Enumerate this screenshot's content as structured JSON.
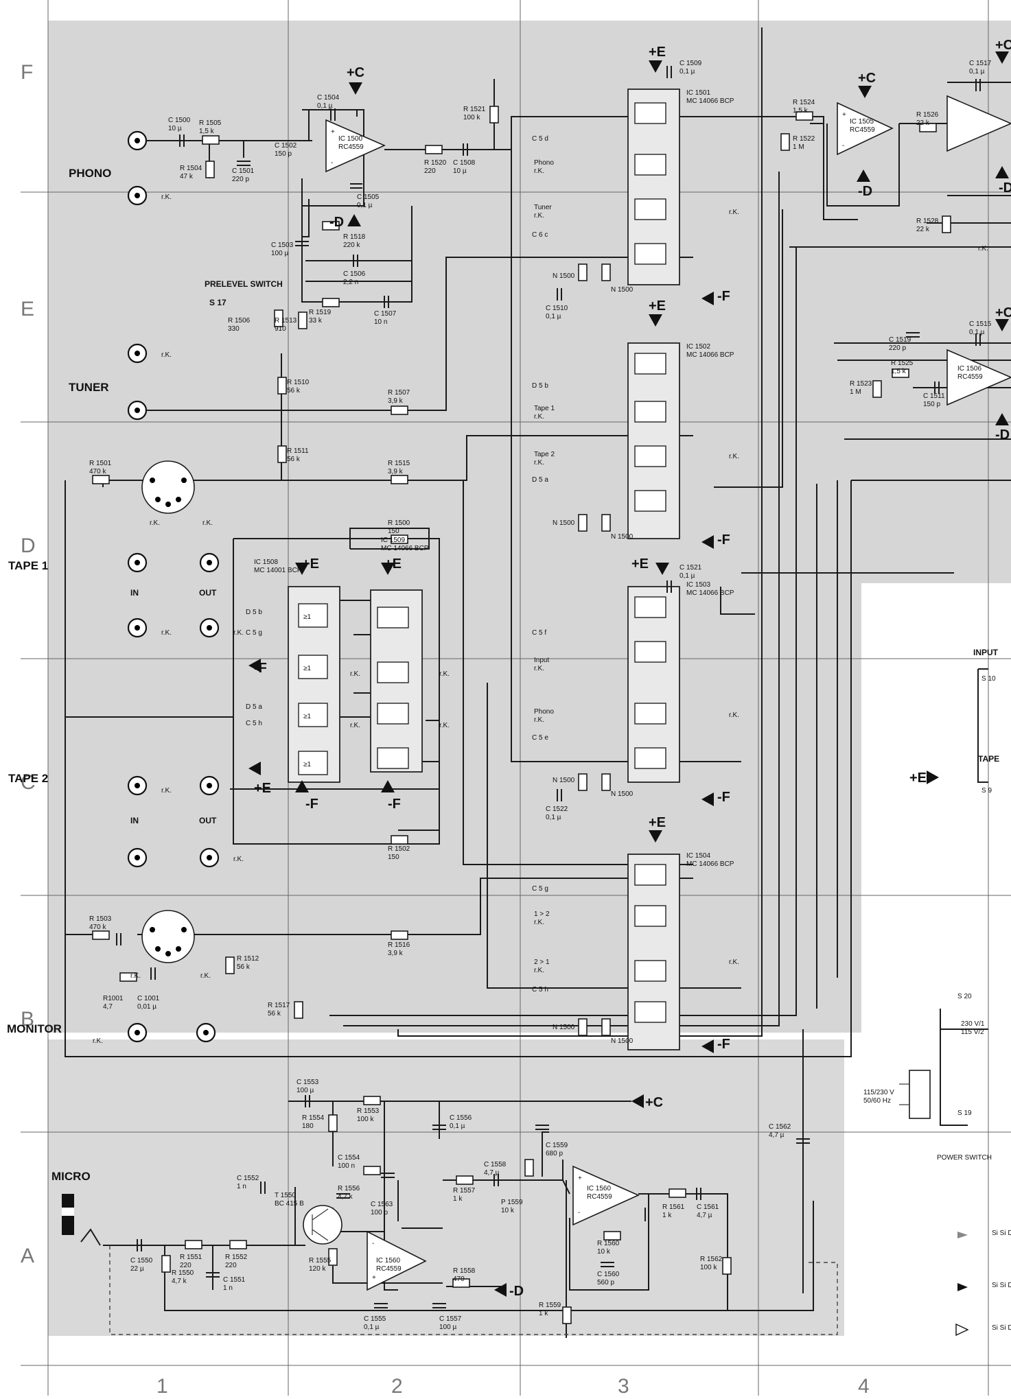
{
  "rows": [
    "F",
    "E",
    "D",
    "C",
    "B",
    "A"
  ],
  "columns": [
    "1",
    "2",
    "3",
    "4"
  ],
  "inputs": {
    "phono": "PHONO",
    "tuner": "TUNER",
    "tape1": "TAPE 1",
    "tape2": "TAPE 2",
    "monitor": "MONITOR",
    "micro": "MICRO",
    "in_label": "IN",
    "out_label": "OUT",
    "prelevel": "PRELEVEL SWITCH",
    "s17": "S 17"
  },
  "rails": {
    "c": "+C",
    "d": "-D",
    "e": "+E",
    "f": "-F"
  },
  "common": {
    "rk": "r.K."
  },
  "ics": {
    "ic1501": "IC 1501",
    "ic1502": "IC 1502",
    "ic1503": "IC 1503",
    "ic1504": "IC 1504",
    "ic1509": "IC 1509",
    "ic1508": "IC 1508",
    "ic1500": "IC 1500",
    "ic1505": "IC 1505",
    "ic1506": "IC 1506",
    "ic1560": "IC 1560",
    "mc14066": "MC 14066 BCP",
    "mc14001": "MC 14001 BCP",
    "rc4559": "RC4559",
    "t1550": "T 1550",
    "bc415": "BC 415 B"
  },
  "components": {
    "c1500": "C 1500",
    "c1500v": "10 µ",
    "r1505": "R 1505",
    "r1505v": "1,5 k",
    "r1504": "R 1504",
    "r1504v": "47 k",
    "c1501": "C 1501",
    "c1501v": "220 p",
    "c1502": "C 1502",
    "c1502v": "150 p",
    "c1504": "C 1504",
    "c1504v": "0,1 µ",
    "c1505": "C 1505",
    "c1505v": "0,1 µ",
    "c1503": "C 1503",
    "c1503v": "100 µ",
    "r1518": "R 1518",
    "r1518v": "220 k",
    "c1506": "C 1506",
    "c1506v": "2,2 n",
    "r1520": "R 1520",
    "r1520v": "220",
    "c1508": "C 1508",
    "c1508v": "10 µ",
    "r1521": "R 1521",
    "r1521v": "100 k",
    "c1507": "C 1507",
    "c1507v": "10 n",
    "r1506": "R 1506",
    "r1506v": "330",
    "r1513": "R 1513",
    "r1513v": "910",
    "r1519": "R 1519",
    "r1519v": "33 k",
    "r1510": "R 1510",
    "r1510v": "56 k",
    "r1507": "R 1507",
    "r1507v": "3,9 k",
    "r1511": "R 1511",
    "r1511v": "56 k",
    "r1515": "R 1515",
    "r1515v": "3,9 k",
    "r1501": "R 1501",
    "r1501v": "470 k",
    "r1500": "R 1500",
    "r1500v": "150",
    "r1502": "R 1502",
    "r1502v": "150",
    "r1503": "R 1503",
    "r1503v": "470 k",
    "r1512": "R 1512",
    "r1512v": "56 k",
    "r1516": "R 1516",
    "r1516v": "3,9 k",
    "r1517": "R 1517",
    "r1517v": "56 k",
    "r1001": "R1001",
    "r1001v": "4,7",
    "c1001": "C 1001",
    "c1001v": "0,01 µ",
    "c1509": "C 1509",
    "c1509v": "0,1 µ",
    "c1510": "C 1510",
    "c1510v": "0,1 µ",
    "c1521": "C 1521",
    "c1521v": "0,1 µ",
    "c1522": "C 1522",
    "c1522v": "0,1 µ",
    "n1500": "N 1500",
    "r1524": "R 1524",
    "r1524v": "1,5 k",
    "r1522": "R 1522",
    "r1522v": "1 M",
    "r1526": "R 1526",
    "r1526v": "22 k",
    "r1528": "R 1528",
    "r1528v": "22 k",
    "c1517": "C 1517",
    "c1517v": "0,1 µ",
    "c1519": "C 1519",
    "c1519v": "220 p",
    "r1525": "R 1525",
    "r1525v": "1,5 k",
    "r1523": "R 1523",
    "r1523v": "1 M",
    "c1515": "C 1515",
    "c1515v": "0,1 µ",
    "c1511": "C 1511",
    "c1511v": "150 p",
    "c1553": "C 1553",
    "c1553v": "100 µ",
    "r1554": "R 1554",
    "r1554v": "180",
    "r1553": "R 1553",
    "r1553v": "100 k",
    "c1556": "C 1556",
    "c1556v": "0,1 µ",
    "c1554": "C 1554",
    "c1554v": "100 n",
    "r1556": "R 1556",
    "r1556v": "4,7 k",
    "c1552": "C 1552",
    "c1552v": "1 n",
    "c1563": "C 1563",
    "c1563v": "100 p",
    "r1557": "R 1557",
    "r1557v": "1 k",
    "c1558": "C 1558",
    "c1558v": "4,7 µ",
    "c1559": "C 1559",
    "c1559v": "680 p",
    "p1559": "P 1559",
    "p1559v": "10 k",
    "c1550": "C 1550",
    "c1550v": "22 µ",
    "r1551": "R 1551",
    "r1551v": "220",
    "r1552": "R 1552",
    "r1552v": "220",
    "r1550": "R 1550",
    "r1550v": "4,7 k",
    "c1551": "C 1551",
    "c1551v": "1 n",
    "r1555": "R 1555",
    "r1555v": "120 k",
    "r1558": "R 1558",
    "r1558v": "470",
    "c1555": "C 1555",
    "c1555v": "0,1 µ",
    "c1557": "C 1557",
    "c1557v": "100 µ",
    "r1560": "R 1560",
    "r1560v": "10 k",
    "c1560": "C 1560",
    "c1560v": "560 p",
    "r1559": "R 1559",
    "r1559v": "1 k",
    "r1561": "R 1561",
    "r1561v": "1 k",
    "c1561": "C 1561",
    "c1561v": "4,7 µ",
    "r1562": "R 1562",
    "r1562v": "100 k",
    "c1562": "C 1562",
    "c1562v": "4,7 µ"
  },
  "control_labels": {
    "c5d": "C 5  d",
    "phono_rk": "Phono",
    "tuner_rk": "Tuner",
    "c6c": "C 6  c",
    "d5b": "D 5  b",
    "tape1_rk": "Tape 1",
    "tape2_rk": "Tape 2",
    "d5a": "D 5  a",
    "c5f": "C 5  f",
    "input_rk": "Input",
    "phono2_rk": "Phono",
    "c5e": "C 5  e",
    "c5g": "C 5  g",
    "one_two": "1 > 2",
    "two_one": "2 > 1",
    "c5h": "C 5  h",
    "d5b_gate": "D 5 b",
    "c5g_gate": "C 5 g",
    "d5a_gate": "D 5 a",
    "c5h_gate": "C 5 h"
  },
  "right_panel": {
    "input": "INPUT",
    "s10": "S 10",
    "tape": "TAPE",
    "s9": "S 9",
    "s20": "S 20",
    "s19": "S 19",
    "power_switch": "POWER SWITCH",
    "mains": "115/230 V",
    "mains_freq": "50/60 Hz",
    "v230": "230 V/1",
    "v115": "115 V/2"
  },
  "legend": [
    "Si Si Di",
    "Si Si Di",
    "Si Si D"
  ]
}
